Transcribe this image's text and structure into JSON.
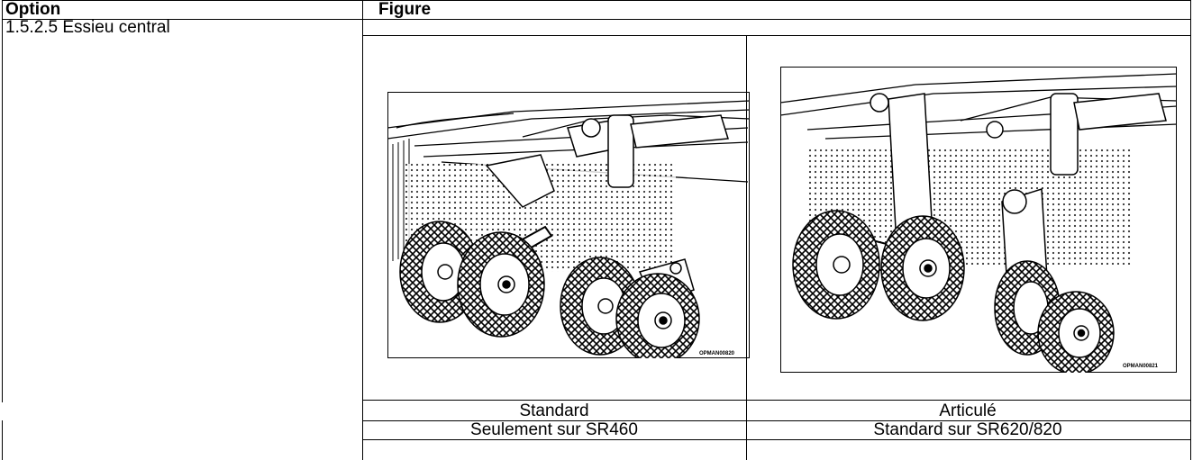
{
  "table": {
    "header": {
      "option": "Option",
      "figure": "Figure"
    },
    "option_label": "1.5.2.5  Essieu central",
    "figures": [
      {
        "image_code": "OPMAN00820",
        "caption": "Standard",
        "availability": "Seulement sur SR460"
      },
      {
        "image_code": "OPMAN00821",
        "caption": "Articulé",
        "availability": "Standard sur SR620/820"
      }
    ]
  }
}
